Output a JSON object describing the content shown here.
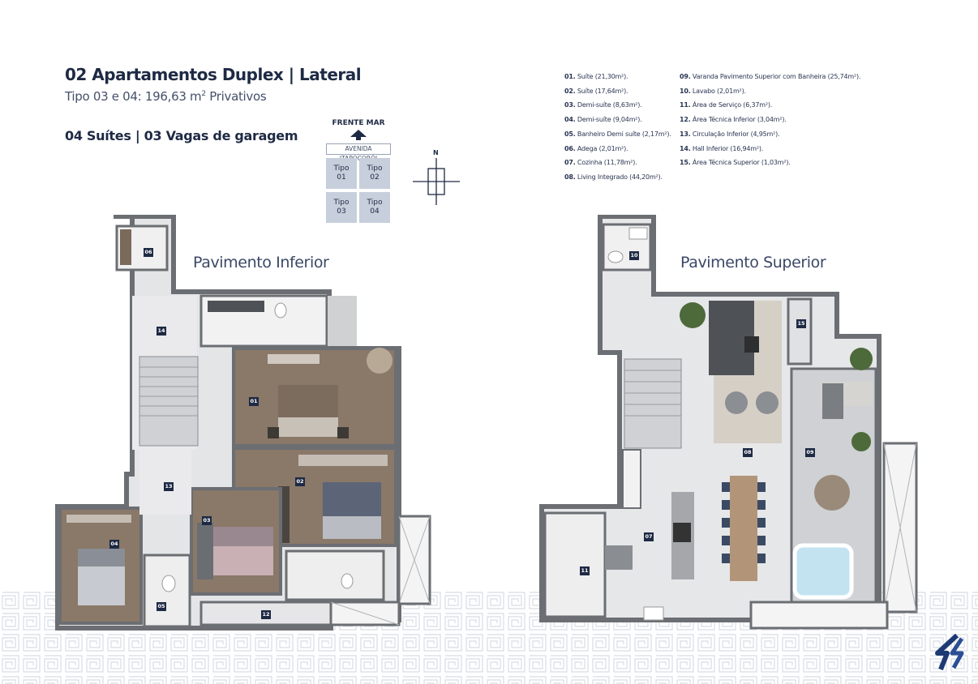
{
  "header": {
    "title": "02 Apartamentos Duplex | Lateral",
    "subtitle_prefix": "Tipo 03 e 04: 196,63 m",
    "subtitle_sup": "2",
    "subtitle_suffix": " Privativos",
    "suites": "04 Suítes | 03 Vagas de garagem"
  },
  "location_key": {
    "frente_mar": "FRENTE MAR",
    "avenida": "AVENIDA ITAPOCORÓI",
    "tipos": [
      {
        "line1": "Tipo",
        "line2": "01"
      },
      {
        "line1": "Tipo",
        "line2": "02"
      },
      {
        "line1": "Tipo",
        "line2": "03"
      },
      {
        "line1": "Tipo",
        "line2": "04"
      }
    ],
    "north": "N"
  },
  "legend": {
    "col1": [
      {
        "num": "01.",
        "text": " Suíte (21,30m²)."
      },
      {
        "num": "02.",
        "text": " Suíte (17,64m²)."
      },
      {
        "num": "03.",
        "text": " Demi-suíte (8,63m²)."
      },
      {
        "num": "04.",
        "text": " Demi-suíte (9,04m²)."
      },
      {
        "num": "05.",
        "text": " Banheiro Demi suíte (2,17m²)."
      },
      {
        "num": "06.",
        "text": " Adega (2,01m²)."
      },
      {
        "num": "07.",
        "text": " Cozinha (11,78m²)."
      },
      {
        "num": "08.",
        "text": " Living Integrado (44,20m²)."
      }
    ],
    "col2": [
      {
        "num": "09.",
        "text": " Varanda Pavimento Superior com Banheira (25,74m²)."
      },
      {
        "num": "10.",
        "text": " Lavabo (2,01m²)."
      },
      {
        "num": "11.",
        "text": " Área de Serviço (6,37m²)."
      },
      {
        "num": "12.",
        "text": " Área Técnica Inferior (3,04m²)."
      },
      {
        "num": "13.",
        "text": " Circulação Inferior (4,95m²)."
      },
      {
        "num": "14.",
        "text": " Hall Inferior (16,94m²)."
      },
      {
        "num": "15.",
        "text": " Área Técnica Superior (1,03m²)."
      }
    ]
  },
  "floors": {
    "inferior_label": "Pavimento Inferior",
    "superior_label": "Pavimento Superior"
  },
  "room_tags": {
    "r01": "01",
    "r02": "02",
    "r03": "03",
    "r04": "04",
    "r05": "05",
    "r06": "06",
    "r07": "07",
    "r08": "08",
    "r09": "09",
    "r10": "10",
    "r11": "11",
    "r12": "12",
    "r13": "13",
    "r14": "14",
    "r15": "15"
  },
  "colors": {
    "navy": "#1e2a44",
    "wall": "#6b6e72",
    "wood": "#8a7868",
    "marble": "#e4e5e7",
    "key_tile": "#c7cfdc"
  }
}
